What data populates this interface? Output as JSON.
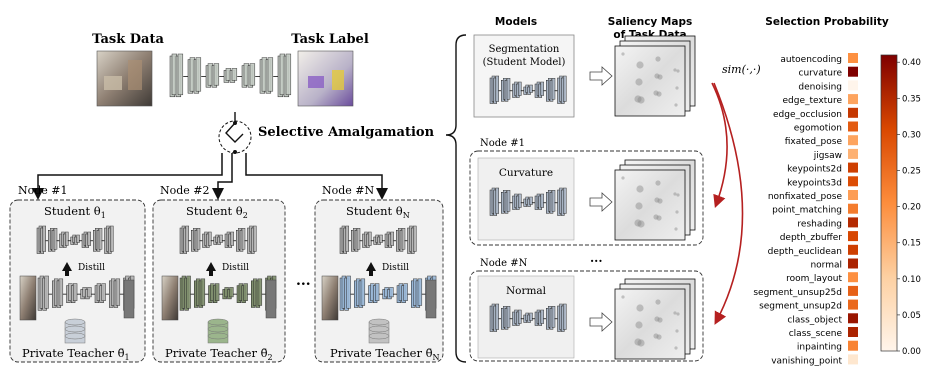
{
  "top": {
    "task_data_label": "Task Data",
    "task_label_label": "Task Label",
    "selective_amalgamation": "Selective Amalgamation"
  },
  "nodes": [
    {
      "title": "Node #1",
      "student_label": "Student θ",
      "student_sub": "1",
      "distill_label": "Distill",
      "teacher_label": "Private Teacher θ̄",
      "teacher_sub": "1"
    },
    {
      "title": "Node #2",
      "student_label": "Student θ",
      "student_sub": "2",
      "distill_label": "Distill",
      "teacher_label": "Private Teacher θ̄",
      "teacher_sub": "2"
    },
    {
      "title": "Node #N",
      "student_label": "Student θ",
      "student_sub": "N",
      "distill_label": "Distill",
      "teacher_label": "Private Teacher θ̄",
      "teacher_sub": "N"
    }
  ],
  "ellipsis": "...",
  "middle": {
    "models_header": "Models",
    "saliency_header_line1": "Saliency Maps",
    "saliency_header_line2": "of Task Data",
    "segmentation_line1": "Segmentation",
    "segmentation_line2": "(Student Model)",
    "node1_title": "Node #1",
    "node1_model": "Curvature",
    "nodeN_title": "Node #N",
    "nodeN_model": "Normal",
    "dots": "...",
    "sim_label": "sim(·,·)"
  },
  "colors": {
    "node1_student": "#aaaaaa",
    "node2_student": "#7a8a6a",
    "nodeN_student": "#8aaacc",
    "selection_arrow": "#b52020"
  },
  "chart_data": {
    "type": "heatmap",
    "title": "Selection Probability",
    "categories": [
      "autoencoding",
      "curvature",
      "denoising",
      "edge_texture",
      "edge_occlusion",
      "egomotion",
      "fixated_pose",
      "jigsaw",
      "keypoints2d",
      "keypoints3d",
      "nonfixated_pose",
      "point_matching",
      "reshading",
      "depth_zbuffer",
      "depth_euclidean",
      "normal",
      "room_layout",
      "segment_unsup25d",
      "segment_unsup2d",
      "class_object",
      "class_scene",
      "inpainting",
      "vanishing_point"
    ],
    "values": [
      0.2,
      0.41,
      0.0,
      0.17,
      0.33,
      0.28,
      0.17,
      0.15,
      0.32,
      0.3,
      0.18,
      0.23,
      0.35,
      0.31,
      0.32,
      0.36,
      0.2,
      0.27,
      0.26,
      0.38,
      0.36,
      0.22,
      0.04
    ],
    "colorbar_ticks": [
      "0.40",
      "0.35",
      "0.30",
      "0.25",
      "0.20",
      "0.15",
      "0.10",
      "0.05",
      "0.00"
    ],
    "vmin": 0.0,
    "vmax": 0.41
  }
}
